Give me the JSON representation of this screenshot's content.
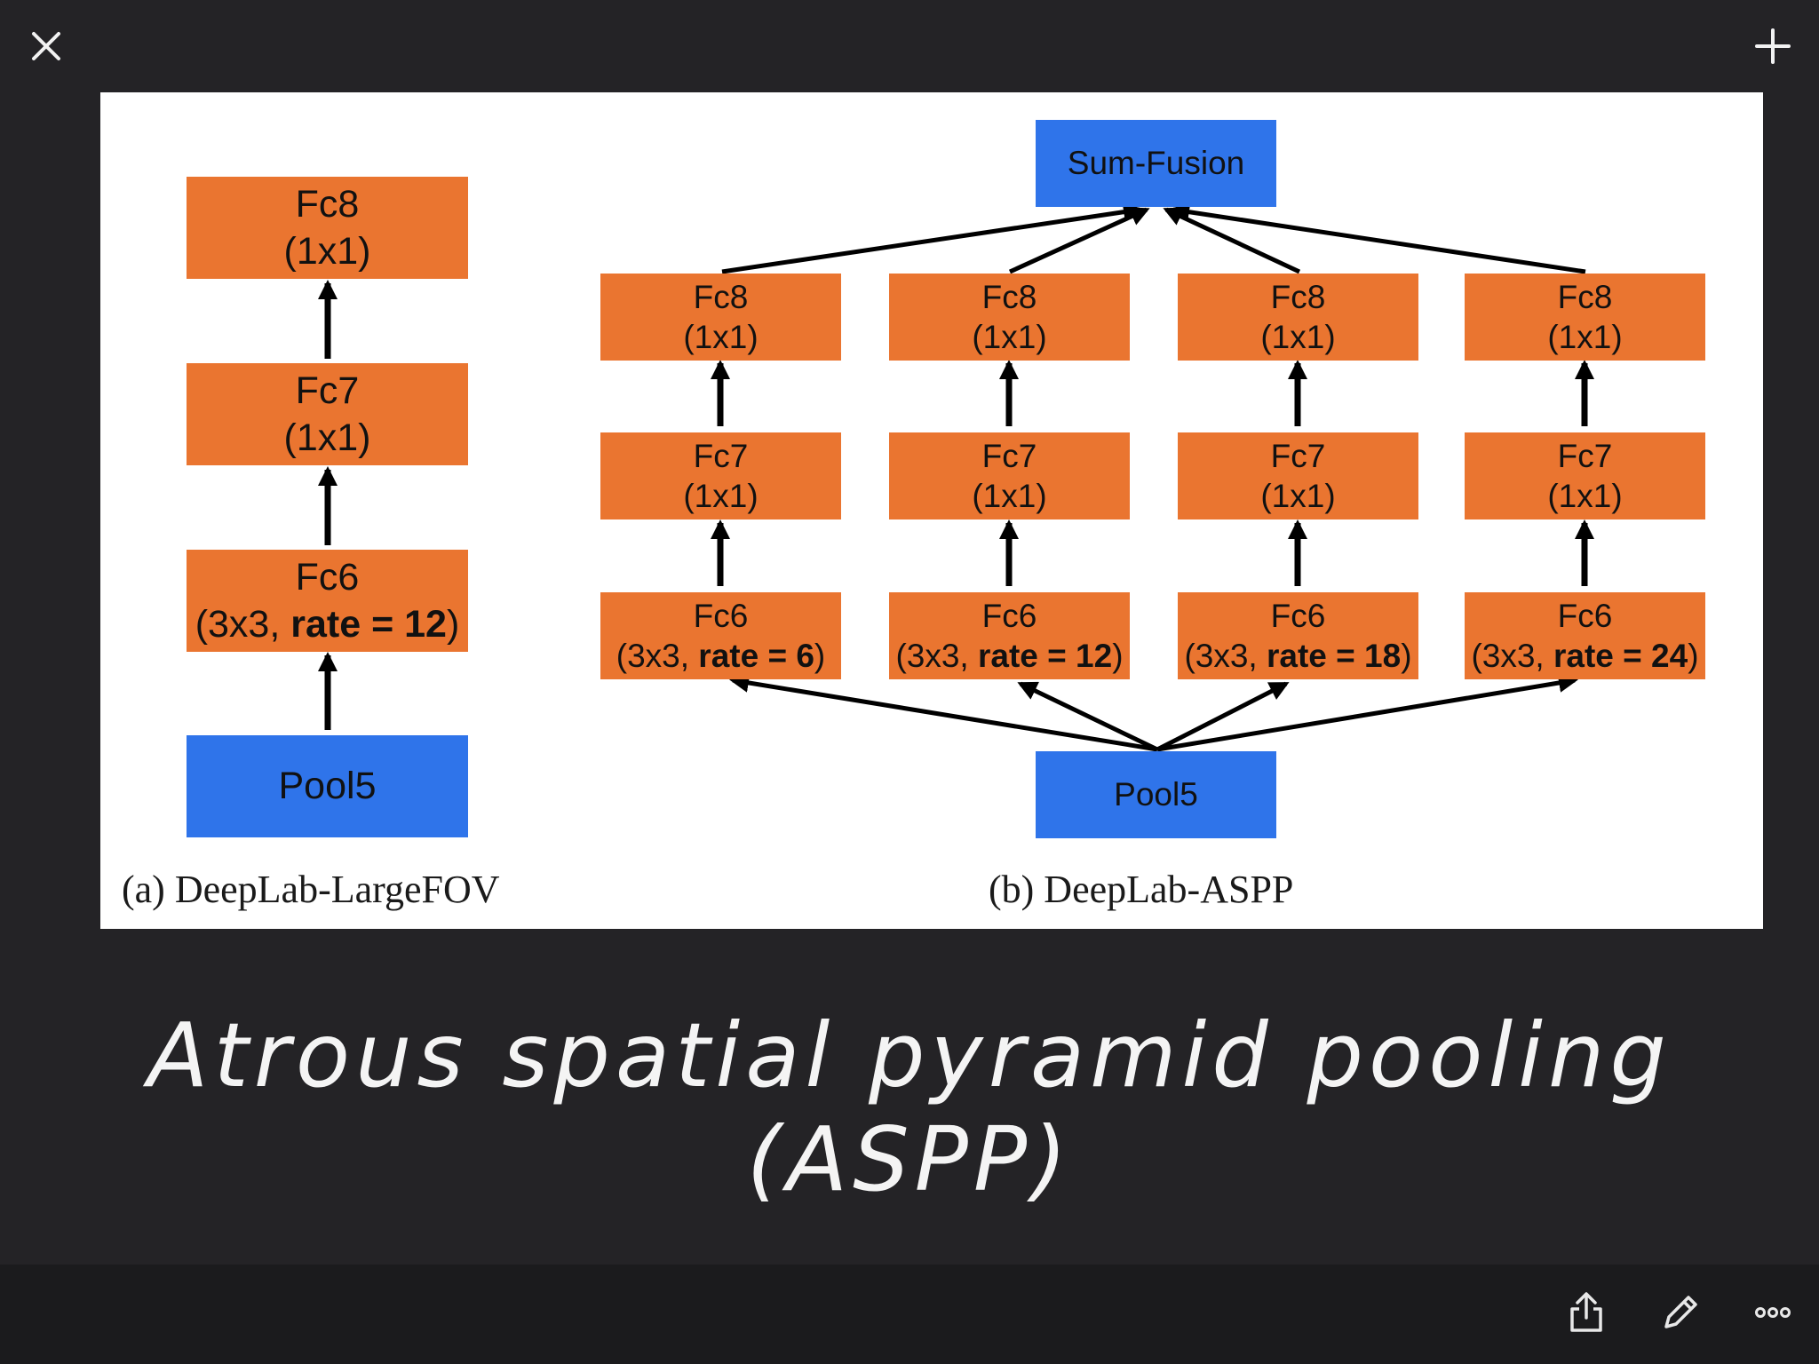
{
  "toolbar": {
    "close_icon": "close-icon",
    "add_icon": "plus-icon",
    "share_icon": "share-icon",
    "edit_icon": "pencil-icon",
    "more_icon": "more-icon"
  },
  "figure": {
    "panel_a": {
      "fc8": {
        "name": "Fc8",
        "param": "(1x1)"
      },
      "fc7": {
        "name": "Fc7",
        "param": "(1x1)"
      },
      "fc6": {
        "name": "Fc6",
        "param_prefix": "(3x3, ",
        "param_bold": "rate = 12",
        "param_suffix": ")"
      },
      "pool5": "Pool5",
      "caption": "(a) DeepLab-LargeFOV"
    },
    "panel_b": {
      "sum_fusion": "Sum-Fusion",
      "pool5": "Pool5",
      "caption": "(b) DeepLab-ASPP",
      "branches": [
        {
          "fc8_name": "Fc8",
          "fc8_param": "(1x1)",
          "fc7_name": "Fc7",
          "fc7_param": "(1x1)",
          "fc6_name": "Fc6",
          "fc6_prefix": "(3x3, ",
          "fc6_bold": "rate = 6",
          "fc6_suffix": ")"
        },
        {
          "fc8_name": "Fc8",
          "fc8_param": "(1x1)",
          "fc7_name": "Fc7",
          "fc7_param": "(1x1)",
          "fc6_name": "Fc6",
          "fc6_prefix": "(3x3, ",
          "fc6_bold": "rate = 12",
          "fc6_suffix": ")"
        },
        {
          "fc8_name": "Fc8",
          "fc8_param": "(1x1)",
          "fc7_name": "Fc7",
          "fc7_param": "(1x1)",
          "fc6_name": "Fc6",
          "fc6_prefix": "(3x3, ",
          "fc6_bold": "rate = 18",
          "fc6_suffix": ")"
        },
        {
          "fc8_name": "Fc8",
          "fc8_param": "(1x1)",
          "fc7_name": "Fc7",
          "fc7_param": "(1x1)",
          "fc6_name": "Fc6",
          "fc6_prefix": "(3x3, ",
          "fc6_bold": "rate = 24",
          "fc6_suffix": ")"
        }
      ]
    },
    "colors": {
      "layer": "#ea7530",
      "io": "#2f74ea"
    }
  },
  "note": {
    "handwriting": "Atrous spatial pyramid pooling (ASPP)"
  }
}
